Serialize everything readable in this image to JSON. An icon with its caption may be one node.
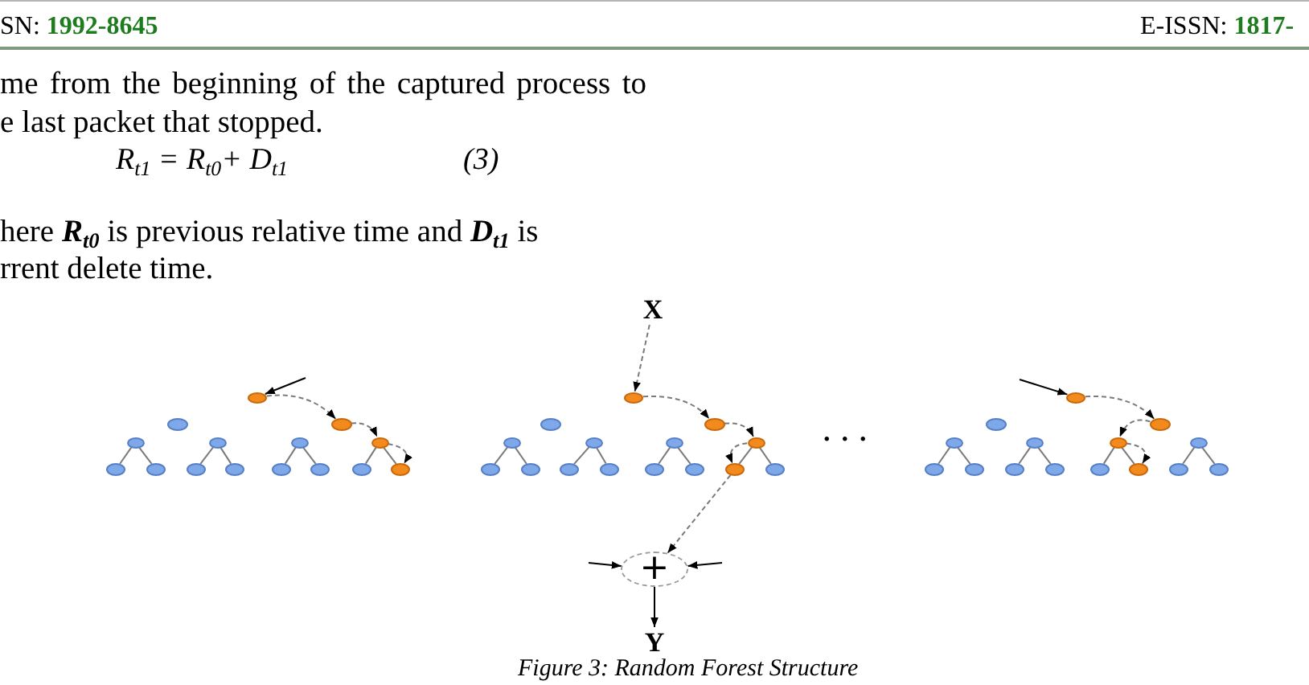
{
  "diagram": {
    "caption": "Figure 3: Random Forest Structure",
    "nodes": [
      {
        "text": [
          "X"
        ]
      },
      {
        "text": [],
        "shape": "ellipse"
      },
      {
        "text": [],
        "shape": "ellipse"
      },
      {
        "text": [],
        "shape": "ellipse"
      },
      {
        "text": [],
        "shape": "ellipse"
      },
      {
        "text": [],
        "shape": "ellipse"
      },
      {
        "text": [],
        "shape": "ellipse"
      },
      {
        "text": [],
        "shape": "ellipse"
      },
      {
        "text": [],
        "shape": "ellipse"
      },
      {
        "text": [],
        "shape": "ellipse"
      },
      {
        "text": [],
        "shape": "ellipse"
      },
      {
        "text": [],
        "shape": "ellipse"
      },
      {
        "text": [],
        "shape": "ellipse"
      },
      {
        "text": [],
        "shape": "ellipse"
      },
      {
        "text": [],
        "shape": "ellipse"
      },
      {
        "text": [],
        "shape": "ellipse"
      },
      {
        "text": [],
        "shape": "ellipse"
      },
      {
        "text": [],
        "shape": "ellipse"
      },
      {
        "text": [],
        "shape": "ellipse"
      },
      {
        "text": [],
        "shape": "ellipse"
      },
      {
        "text": [],
        "shape": "ellipse"
      },
      {
        "text": [],
        "shape": "ellipse"
      },
      {
        "text": [],
        "shape": "ellipse"
      },
      {
        "text": [],
        "shape": "ellipse"
      },
      {
        "text": [],
        "shape": "ellipse"
      },
      {
        "text": [],
        "shape": "ellipse"
      },
      {
        "text": [],
        "shape": "ellipse"
      },
      {
        "text": [],
        "shape": "ellipse"
      },
      {
        "text": [],
        "shape": "ellipse"
      },
      {
        "text": [],
        "shape": "ellipse"
      },
      {
        "text": [],
        "shape": "ellipse"
      },
      {
        "text": [],
        "shape": "ellipse"
      },
      {
        "text": [],
        "shape": "ellipse"
      },
      {
        "text": [],
        "shape": "ellipse"
      },
      {
        "text": [],
        "shape": "ellipse"
      },
      {
        "text": [],
        "shape": "ellipse"
      },
      {
        "text": [],
        "shape": "ellipse"
      },
      {
        "text": [],
        "shape": "ellipse"
      },
      {
        "text": [],
        "shape": "ellipse"
      },
      {
        "text": [],
        "shape": "ellipse"
      },
      {
        "text": [],
        "shape": "ellipse"
      },
      {
        "text": [],
        "shape": "ellipse"
      },
      {
        "text": [],
        "shape": "ellipse"
      },
      {
        "text": [],
        "shape": "ellipse"
      },
      {
        "text": [],
        "shape": "ellipse"
      },
      {
        "text": [],
        "shape": "ellipse"
      },
      {
        "text": [
          "+"
        ]
      },
      {
        "text": [
          "Y"
        ]
      }
    ],
    "edges": [
      {
        "from": 0,
        "to": 16,
        "arrow": "to",
        "style": "dashed"
      },
      {
        "from": null,
        "to": 1,
        "arrow": "to",
        "color": "#000000"
      },
      {
        "from": 1,
        "to": 3,
        "arrow": "to",
        "style": "dashed"
      },
      {
        "from": 3,
        "to": 7,
        "arrow": "to",
        "style": "dashed"
      },
      {
        "from": 7,
        "to": 15,
        "arrow": "to",
        "style": "dashed"
      },
      {
        "from": 4,
        "to": 8,
        "arrow": "none"
      },
      {
        "from": 4,
        "to": 9,
        "arrow": "none"
      },
      {
        "from": 5,
        "to": 10,
        "arrow": "none"
      },
      {
        "from": 5,
        "to": 11,
        "arrow": "none"
      },
      {
        "from": 6,
        "to": 12,
        "arrow": "none"
      },
      {
        "from": 6,
        "to": 13,
        "arrow": "none"
      },
      {
        "from": 7,
        "to": 14,
        "arrow": "none"
      },
      {
        "from": 7,
        "to": 15,
        "arrow": "none"
      },
      {
        "from": 16,
        "to": 18,
        "arrow": "to",
        "style": "dashed"
      },
      {
        "from": 18,
        "to": 22,
        "arrow": "to",
        "style": "dashed"
      },
      {
        "from": 22,
        "to": 29,
        "arrow": "to",
        "style": "dashed"
      },
      {
        "from": 19,
        "to": 23,
        "arrow": "none"
      },
      {
        "from": 19,
        "to": 24,
        "arrow": "none"
      },
      {
        "from": 20,
        "to": 25,
        "arrow": "none"
      },
      {
        "from": 20,
        "to": 26,
        "arrow": "none"
      },
      {
        "from": 21,
        "to": 27,
        "arrow": "none"
      },
      {
        "from": 21,
        "to": 28,
        "arrow": "none"
      },
      {
        "from": 22,
        "to": 29,
        "arrow": "none"
      },
      {
        "from": 22,
        "to": 30,
        "arrow": "none"
      },
      {
        "from": null,
        "to": 31,
        "arrow": "to",
        "color": "#000000"
      },
      {
        "from": 31,
        "to": 33,
        "arrow": "to",
        "style": "dashed"
      },
      {
        "from": 33,
        "to": 36,
        "arrow": "to",
        "style": "dashed"
      },
      {
        "from": 36,
        "to": 43,
        "arrow": "to",
        "style": "dashed"
      },
      {
        "from": 34,
        "to": 38,
        "arrow": "none"
      },
      {
        "from": 34,
        "to": 39,
        "arrow": "none"
      },
      {
        "from": 35,
        "to": 40,
        "arrow": "none"
      },
      {
        "from": 35,
        "to": 41,
        "arrow": "none"
      },
      {
        "from": 36,
        "to": 42,
        "arrow": "none"
      },
      {
        "from": 36,
        "to": 43,
        "arrow": "none"
      },
      {
        "from": 37,
        "to": 44,
        "arrow": "none"
      },
      {
        "from": 37,
        "to": 45,
        "arrow": "none"
      },
      {
        "from": 29,
        "to": 46,
        "arrow": "to",
        "style": "dashed"
      },
      {
        "from": null,
        "to": 46,
        "arrow": "to",
        "color": "#000000"
      },
      {
        "from": null,
        "to": 46,
        "arrow": "to",
        "color": "#000000"
      },
      {
        "from": 46,
        "to": 47,
        "arrow": "to",
        "color": "#000000"
      }
    ],
    "labels": [
      "SN: **1992-8645**",
      "E-ISSN: **1817-**",
      "me from the beginning of the captured process to e last packet that stopped.",
      "R$_{t1}$ = R$_{t0}$+ D$_{t1}$",
      "(3)",
      "here **R**$_{t0}$ is previous relative time and **D**$_{t1}$ is rrent delete time.",
      "..."
    ]
  }
}
